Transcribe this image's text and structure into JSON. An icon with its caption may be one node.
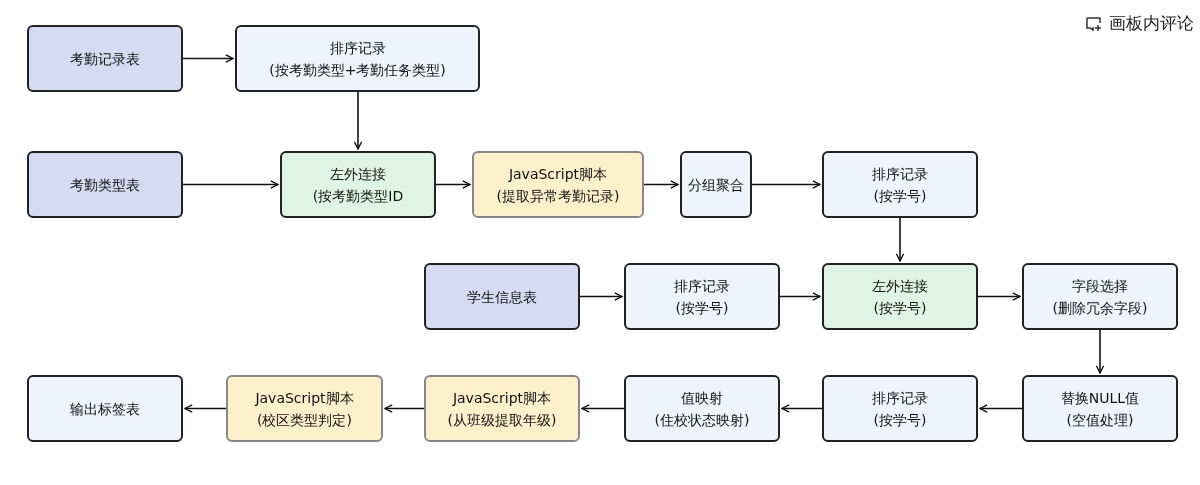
{
  "diagram": {
    "nodes": [
      {
        "text": [
          "考勤记录表"
        ]
      },
      {
        "text": [
          "排序记录",
          "(按考勤类型+考勤任务类型)"
        ]
      },
      {
        "text": [
          "考勤类型表"
        ]
      },
      {
        "text": [
          "左外连接",
          "(按考勤类型ID"
        ]
      },
      {
        "text": [
          "JavaScript脚本",
          "(提取异常考勤记录)"
        ]
      },
      {
        "text": [
          "分组聚合"
        ]
      },
      {
        "text": [
          "排序记录",
          "(按学号)"
        ]
      },
      {
        "text": [
          "学生信息表"
        ]
      },
      {
        "text": [
          "排序记录",
          "(按学号)"
        ]
      },
      {
        "text": [
          "左外连接",
          "(按学号)"
        ]
      },
      {
        "text": [
          "字段选择",
          "(删除冗余字段)"
        ]
      },
      {
        "text": [
          "输出标签表"
        ]
      },
      {
        "text": [
          "JavaScript脚本",
          "(校区类型判定)"
        ]
      },
      {
        "text": [
          "JavaScript脚本",
          "(从班级提取年级)"
        ]
      },
      {
        "text": [
          "值映射",
          "(住校状态映射)"
        ]
      },
      {
        "text": [
          "排序记录",
          "(按学号)"
        ]
      },
      {
        "text": [
          "替换NULL值",
          "(空值处理)"
        ]
      }
    ],
    "edges": [
      {
        "from": 0,
        "to": 1,
        "arrow": "to"
      },
      {
        "from": 1,
        "to": 3,
        "arrow": "to"
      },
      {
        "from": 2,
        "to": 3,
        "arrow": "to"
      },
      {
        "from": 3,
        "to": 4,
        "arrow": "to"
      },
      {
        "from": 4,
        "to": 5,
        "arrow": "to"
      },
      {
        "from": 5,
        "to": 6,
        "arrow": "to"
      },
      {
        "from": 6,
        "to": 9,
        "arrow": "to"
      },
      {
        "from": 7,
        "to": 8,
        "arrow": "to"
      },
      {
        "from": 8,
        "to": 9,
        "arrow": "to"
      },
      {
        "from": 9,
        "to": 10,
        "arrow": "to"
      },
      {
        "from": 10,
        "to": 16,
        "arrow": "to"
      },
      {
        "from": 16,
        "to": 15,
        "arrow": "to"
      },
      {
        "from": 15,
        "to": 14,
        "arrow": "to"
      },
      {
        "from": 14,
        "to": 13,
        "arrow": "to"
      },
      {
        "from": 13,
        "to": 12,
        "arrow": "to"
      },
      {
        "from": 12,
        "to": 11,
        "arrow": "to"
      }
    ],
    "labels": [
      "画板内评论"
    ]
  }
}
